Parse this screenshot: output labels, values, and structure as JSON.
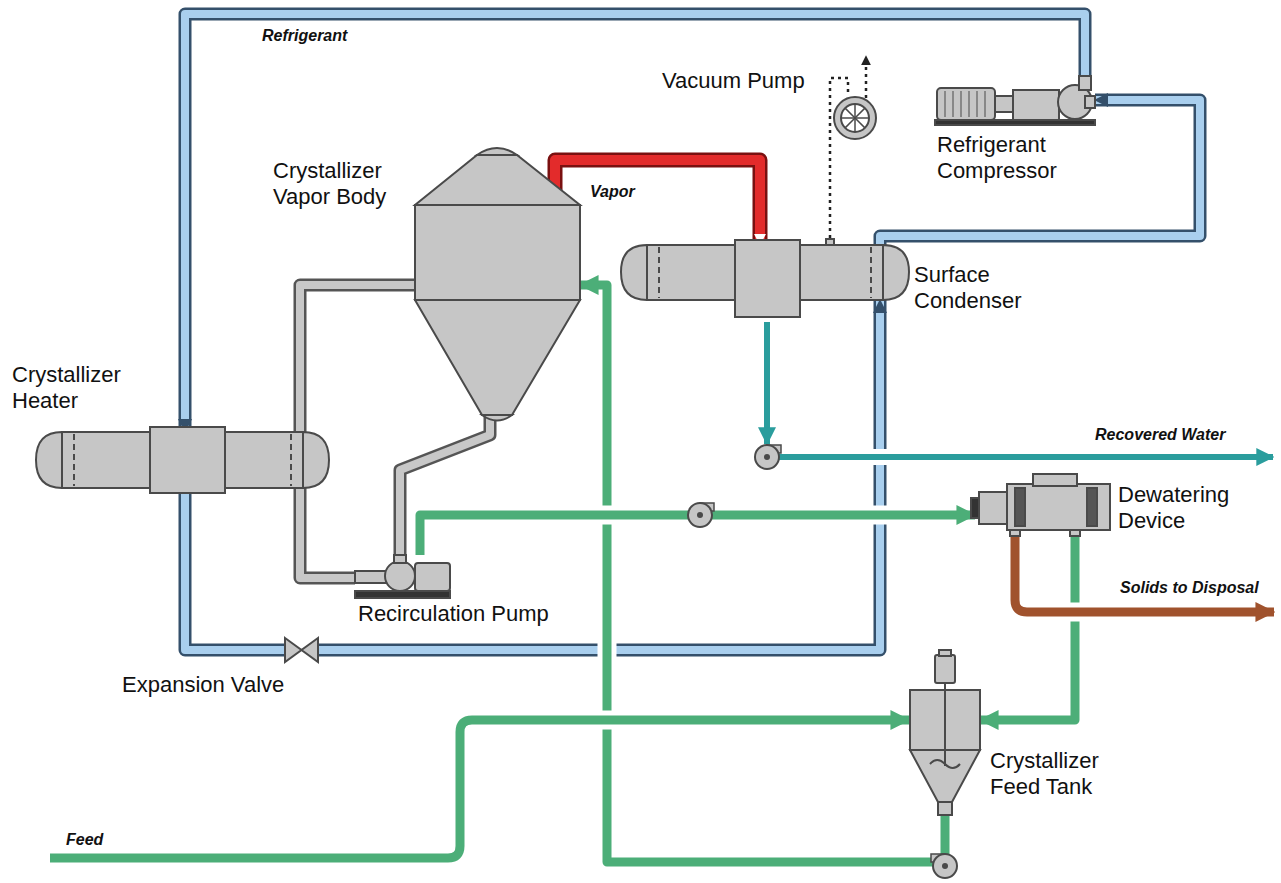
{
  "diagram": {
    "nodes": [
      {
        "text": [
          "Vacuum Pump"
        ]
      },
      {
        "text": [
          "Refrigerant Compressor"
        ]
      },
      {
        "text": [
          "Crystallizer Vapor Body"
        ]
      },
      {
        "text": [
          "Surface Condenser"
        ]
      },
      {
        "text": [
          "Crystallizer Heater"
        ]
      },
      {
        "text": [
          "Dewatering Device"
        ]
      },
      {
        "text": [
          "Recirculation Pump"
        ]
      },
      {
        "text": [
          "Expansion Valve"
        ]
      },
      {
        "text": [
          "Crystallizer Feed Tank"
        ]
      }
    ],
    "edges": [
      {
        "from": 3,
        "to": 1,
        "arrow": "to"
      },
      {
        "from": 1,
        "to": 4,
        "label": "Refrigerant",
        "arrow": "to"
      },
      {
        "from": 4,
        "to": 7,
        "arrow": "none"
      },
      {
        "from": 7,
        "to": 3,
        "arrow": "to"
      },
      {
        "from": 2,
        "to": 3,
        "label": "Vapor",
        "arrow": "to"
      },
      {
        "from": 3,
        "to": 0,
        "arrow": "none"
      },
      {
        "from": 6,
        "to": 4,
        "arrow": "none"
      },
      {
        "from": 4,
        "to": 2,
        "arrow": "none"
      },
      {
        "from": 2,
        "to": 6,
        "arrow": "none"
      },
      {
        "from": 8,
        "to": 2,
        "arrow": "to"
      },
      {
        "from": 6,
        "to": 5,
        "arrow": "to"
      },
      {
        "from": 5,
        "to": 8,
        "arrow": "to"
      }
    ],
    "labels": [
      "Recovered Water",
      "Solids to Disposal",
      "Feed"
    ]
  }
}
